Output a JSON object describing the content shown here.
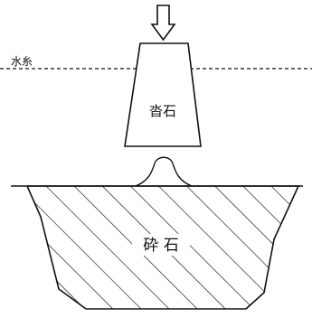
{
  "labels": {
    "waterline": "水糸",
    "stone": "沓石",
    "gravel": "砕 石"
  },
  "colors": {
    "stroke": "#111111",
    "background": "#ffffff"
  },
  "icons": {
    "press_arrow": "down-arrow-icon"
  }
}
